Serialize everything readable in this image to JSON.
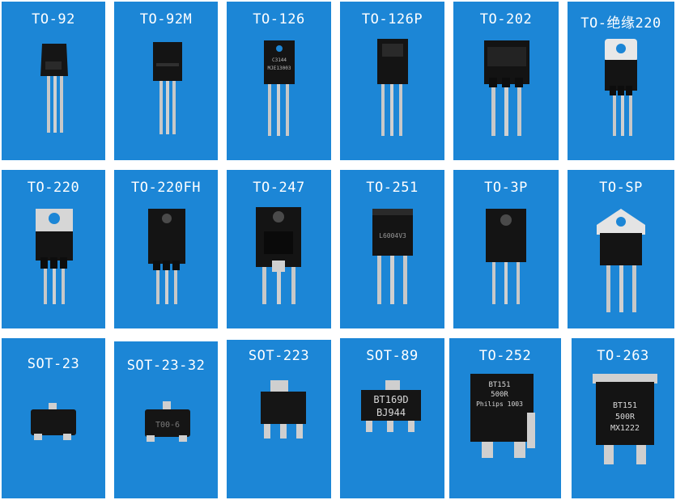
{
  "packages": [
    {
      "label": "TO-92",
      "marking": ""
    },
    {
      "label": "TO-92M",
      "marking": ""
    },
    {
      "label": "TO-126",
      "marking": "C3144 MJE13003"
    },
    {
      "label": "TO-126P",
      "marking": ""
    },
    {
      "label": "TO-202",
      "marking": ""
    },
    {
      "label": "TO-绝缘220",
      "marking": ""
    },
    {
      "label": "TO-220",
      "marking": ""
    },
    {
      "label": "TO-220FH",
      "marking": ""
    },
    {
      "label": "TO-247",
      "marking": ""
    },
    {
      "label": "TO-251",
      "marking": "L6004V3"
    },
    {
      "label": "TO-3P",
      "marking": ""
    },
    {
      "label": "TO-SP",
      "marking": ""
    },
    {
      "label": "SOT-23",
      "marking": ""
    },
    {
      "label": "SOT-23-32",
      "marking": "T00-6"
    },
    {
      "label": "SOT-223",
      "marking": ""
    },
    {
      "label": "SOT-89",
      "marking": "BT169D BJ944"
    },
    {
      "label": "TO-252",
      "marking": "BT151 500R Philips 1003"
    },
    {
      "label": "TO-263",
      "marking": "BT151 500R MX1222"
    }
  ],
  "markings": {
    "to126": [
      "C3144",
      "MJE13003"
    ],
    "to251": [
      "L6004V3"
    ],
    "sot2332": [
      "T00-6"
    ],
    "sot89": [
      "BT169D",
      "BJ944"
    ],
    "to252": [
      "BT151",
      "500R",
      "Philips 1003"
    ],
    "to263": [
      "BT151",
      "500R",
      "MX1222"
    ]
  }
}
